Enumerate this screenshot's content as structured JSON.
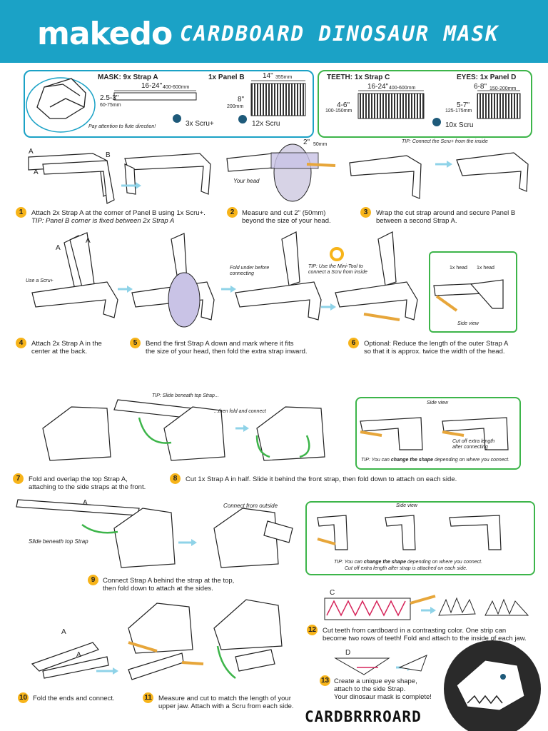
{
  "header": {
    "logo": "makedo",
    "title": "CARDBOARD DINOSAUR MASK"
  },
  "materials": {
    "mask_title": "MASK: 9x Strap A",
    "panel_b": "1x Panel B",
    "strap_a_len": "16-24\"",
    "strap_a_mm": "400-600mm",
    "strap_a_width": "2.5-3\"",
    "strap_a_width_mm": "60-75mm",
    "panel_b_len": "14\"",
    "panel_b_len_mm": "355mm",
    "panel_b_width": "8\"",
    "panel_b_width_mm": "200mm",
    "flute_note": "Pay attention to flute direction!",
    "scru_plus": "3x Scru+",
    "scru": "12x Scru",
    "teeth_title": "TEETH: 1x Strap C",
    "eyes_title": "EYES: 1x Panel D",
    "strap_c_len": "16-24\"",
    "strap_c_mm": "400-600mm",
    "strap_c_width": "4-6\"",
    "strap_c_width_mm": "100-150mm",
    "panel_d_len": "6-8\"",
    "panel_d_len_mm": "150-200mm",
    "panel_d_width": "5-7\"",
    "panel_d_width_mm": "125-175mm",
    "scru_10": "10x Scru"
  },
  "labels": {
    "a": "A",
    "b": "B",
    "c": "C",
    "d": "D",
    "your_head": "Your head",
    "two_in": "2\"",
    "two_mm": "50mm",
    "tip3": "TIP: Connect the Scru+ from the inside",
    "use_scru": "Use a Scru+",
    "fold_under": "Fold under before connecting",
    "tip_minitool": "TIP: Use the Mini-Tool to connect a Scru from inside",
    "head_1x_a": "1x head",
    "head_1x_b": "1x head",
    "side_view": "Side view",
    "tip8_top": "TIP: Slide beneath top Strap...",
    "then_fold": "...then fold and connect",
    "cut_off": "Cut off extra length after connecting",
    "tip8_prefix": "TIP: You can ",
    "tip8_bold": "change the shape",
    "tip8_suffix": " depending on where you connect.",
    "slide_beneath": "Slide beneath top Strap",
    "connect_outside": "Connect from outside",
    "tip9_prefix": "TIP: You can ",
    "tip9_bold": "change the shape",
    "tip9_suffix": " depending on where you connect.",
    "tip9_line2": "Cut off extra length after strap is attached on each side."
  },
  "steps": [
    {
      "n": "1",
      "l1": "Attach 2x Strap A at the corner of Panel B using 1x Scru+.",
      "l2": "TIP: Panel B corner is fixed between 2x Strap A"
    },
    {
      "n": "2",
      "l1": "Measure and cut 2\" (50mm)",
      "l2": "beyond the size of your head."
    },
    {
      "n": "3",
      "l1": "Wrap the cut strap around and secure Panel B",
      "l2": "between a second Strap A."
    },
    {
      "n": "4",
      "l1": "Attach 2x Strap A in the",
      "l2": "center at the back."
    },
    {
      "n": "5",
      "l1": "Bend the first Strap A down and mark where it fits",
      "l2": "the size of your head, then fold the extra strap inward."
    },
    {
      "n": "6",
      "l1": "Optional: Reduce the length of the outer Strap A",
      "l2": "so that it is approx. twice the width of the head."
    },
    {
      "n": "7",
      "l1": "Fold and overlap the top Strap A,",
      "l2": "attaching to the side straps at the front."
    },
    {
      "n": "8",
      "l1": "Cut 1x Strap A in half. Slide it behind the front strap, then fold down to attach on each side.",
      "l2": ""
    },
    {
      "n": "9",
      "l1": "Connect Strap A behind the strap at the top,",
      "l2": "then fold down to attach at the sides."
    },
    {
      "n": "10",
      "l1": "Fold the ends and connect.",
      "l2": ""
    },
    {
      "n": "11",
      "l1": "Measure and cut to match the length of your",
      "l2": "upper jaw. Attach with a Scru from each side."
    },
    {
      "n": "12",
      "l1": "Cut teeth from cardboard in a contrasting color. One strip can",
      "l2": "become two rows of teeth! Fold and attach to the inside of each jaw."
    },
    {
      "n": "13",
      "l1": "Create a unique eye shape,",
      "l2": "attach to the side Strap.",
      "l3": "Your dinosaur mask is complete!"
    }
  ],
  "brand_tag": "CARDBRRROARD",
  "colors": {
    "header": "#1ba2c6",
    "accent_green": "#3db54a",
    "step_badge": "#f7b41a",
    "scru": "#1e5a7a",
    "arrow": "#8fd3e8"
  }
}
